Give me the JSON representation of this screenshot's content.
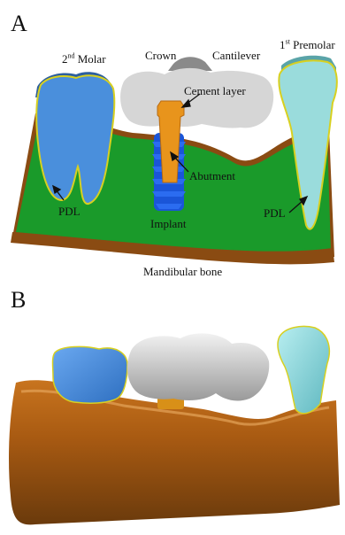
{
  "panel_a": {
    "letter": "A",
    "labels": {
      "molar_prefix": "2",
      "molar_sup": "nd",
      "molar_suffix": " Molar",
      "crown": "Crown",
      "cantilever": "Cantilever",
      "premolar_prefix": "1",
      "premolar_sup": "st",
      "premolar_suffix": " Premolar",
      "cement_layer": "Cement layer",
      "abutment": "Abutment",
      "pdl_left": "PDL",
      "implant": "Implant",
      "pdl_right": "PDL",
      "mandibular_bone": "Mandibular bone"
    }
  },
  "panel_b": {
    "letter": "B"
  },
  "colors": {
    "molar": "#4a8fdc",
    "premolar": "#9adcdc",
    "crown": "#d6d6d6",
    "abutment": "#e8941c",
    "implant": "#1a55d8",
    "bone_green": "#1a9a2a",
    "bone_brown": "#8a4b12",
    "pdl": "#d8d020"
  }
}
